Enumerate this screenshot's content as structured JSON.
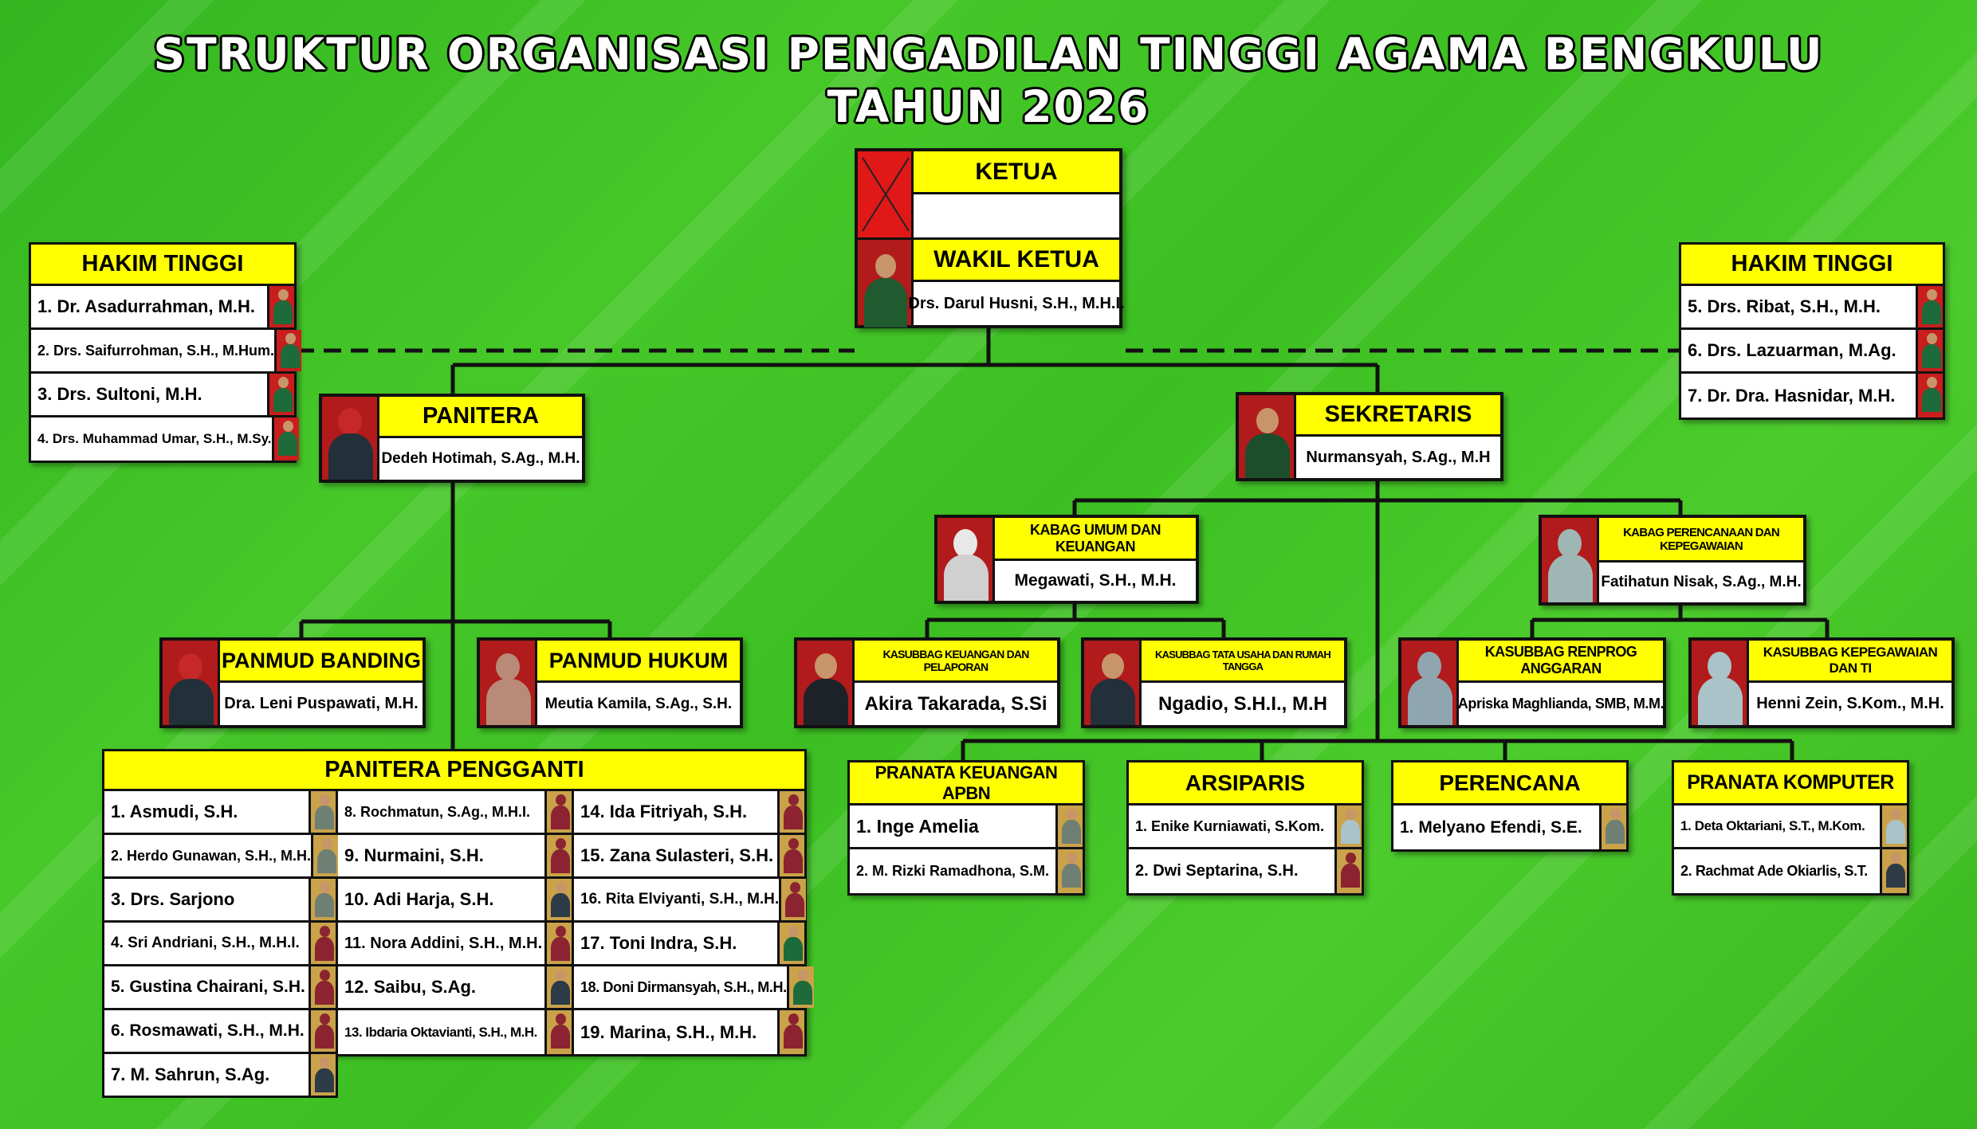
{
  "title": {
    "line1": "STRUKTUR ORGANISASI PENGADILAN TINGGI AGAMA BENGKULU",
    "line2": "TAHUN 2026"
  },
  "ketua": {
    "title": "KETUA",
    "name": ""
  },
  "wakil_ketua": {
    "title": "WAKIL KETUA",
    "name": "Drs. Darul Husni, S.H., M.H.I."
  },
  "hakim_tinggi_left": {
    "title": "HAKIM TINGGI",
    "members": [
      "1. Dr. Asadurrahman, M.H.",
      "2. Drs. Saifurrohman, S.H., M.Hum.",
      "3. Drs. Sultoni, M.H.",
      "4. Drs. Muhammad Umar, S.H., M.Sy."
    ]
  },
  "hakim_tinggi_right": {
    "title": "HAKIM TINGGI",
    "members": [
      "5. Drs. Ribat, S.H., M.H.",
      "6. Drs. Lazuarman, M.Ag.",
      "7. Dr. Dra. Hasnidar, M.H."
    ]
  },
  "panitera": {
    "title": "PANITERA",
    "name": "Dedeh Hotimah, S.Ag., M.H."
  },
  "sekretaris": {
    "title": "SEKRETARIS",
    "name": "Nurmansyah, S.Ag., M.H"
  },
  "panmud_banding": {
    "title": "PANMUD BANDING",
    "name": "Dra. Leni Puspawati, M.H."
  },
  "panmud_hukum": {
    "title": "PANMUD HUKUM",
    "name": "Meutia Kamila, S.Ag., S.H."
  },
  "kabag_umum": {
    "title": "KABAG UMUM DAN KEUANGAN",
    "name": "Megawati, S.H., M.H."
  },
  "kabag_perencanaan": {
    "title": "KABAG PERENCANAAN DAN KEPEGAWAIAN",
    "name": "Fatihatun Nisak, S.Ag., M.H."
  },
  "kasubbag_keuangan": {
    "title": "KASUBBAG KEUANGAN DAN PELAPORAN",
    "name": "Akira Takarada, S.Si"
  },
  "kasubbag_tata_usaha": {
    "title": "KASUBBAG TATA USAHA DAN RUMAH TANGGA",
    "name": "Ngadio, S.H.I., M.H"
  },
  "kasubbag_renprog": {
    "title": "KASUBBAG RENPROG ANGGARAN",
    "name": "Apriska Maghlianda, SMB, M.M."
  },
  "kasubbag_kepegawaian": {
    "title": "KASUBBAG KEPEGAWAIAN DAN TI",
    "name": "Henni Zein, S.Kom., M.H."
  },
  "panitera_pengganti": {
    "title": "PANITERA PENGGANTI",
    "col1": [
      "1. Asmudi, S.H.",
      "2. Herdo Gunawan, S.H., M.H.",
      "3. Drs. Sarjono",
      "4. Sri Andriani, S.H., M.H.I.",
      "5. Gustina Chairani, S.H.",
      "6. Rosmawati, S.H., M.H.",
      "7. M. Sahrun, S.Ag."
    ],
    "col2": [
      "8. Rochmatun, S.Ag., M.H.I.",
      "9. Nurmaini, S.H.",
      "10. Adi Harja, S.H.",
      "11. Nora Addini, S.H., M.H.",
      "12. Saibu, S.Ag.",
      "13. Ibdaria Oktavianti, S.H., M.H."
    ],
    "col3": [
      "14. Ida Fitriyah, S.H.",
      "15. Zana Sulasteri, S.H.",
      "16. Rita Elviyanti, S.H., M.H.",
      "17. Toni Indra, S.H.",
      "18. Doni Dirmansyah, S.H., M.H.",
      "19. Marina, S.H., M.H."
    ]
  },
  "pranata_keuangan": {
    "title": "PRANATA KEUANGAN APBN",
    "members": [
      "1. Inge Amelia",
      "2. M. Rizki Ramadhona, S.M."
    ]
  },
  "arsiparis": {
    "title": "ARSIPARIS",
    "members": [
      "1. Enike Kurniawati, S.Kom.",
      "2. Dwi Septarina, S.H."
    ]
  },
  "perencana": {
    "title": "PERENCANA",
    "members": [
      "1. Melyano Efendi, S.E."
    ]
  },
  "pranata_komputer": {
    "title": "PRANATA KOMPUTER",
    "members": [
      "1. Deta Oktariani, S.T.,  M.Kom.",
      "2. Rachmat Ade Okiarlis, S.T."
    ]
  },
  "colors": {
    "background": "#3fbf22",
    "title_fill": "#ffff00",
    "photo_frame": "#b11b1b"
  }
}
